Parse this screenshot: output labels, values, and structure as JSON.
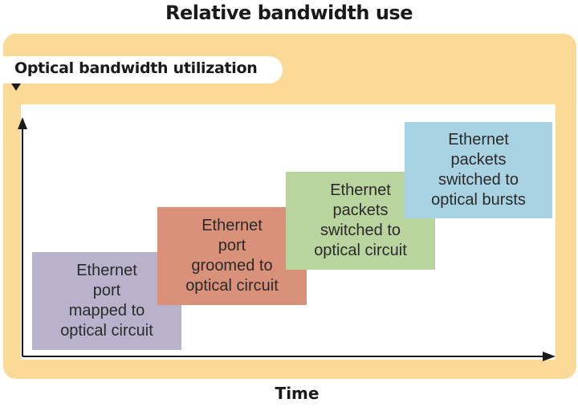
{
  "title": "Relative bandwidth use",
  "y_label": "Optical bandwidth utilization",
  "x_label": "Time",
  "steps": [
    {
      "lines": [
        "Ethernet",
        "port",
        "mapped to",
        "optical circuit"
      ],
      "color": "#b8b2cc"
    },
    {
      "lines": [
        "Ethernet",
        "port",
        "groomed to",
        "optical circuit"
      ],
      "color": "#d9917a"
    },
    {
      "lines": [
        "Ethernet",
        "packets",
        "switched to",
        "optical circuit"
      ],
      "color": "#b9d49e"
    },
    {
      "lines": [
        "Ethernet",
        "packets",
        "switched to",
        "optical bursts"
      ],
      "color": "#a9d3e3"
    }
  ]
}
